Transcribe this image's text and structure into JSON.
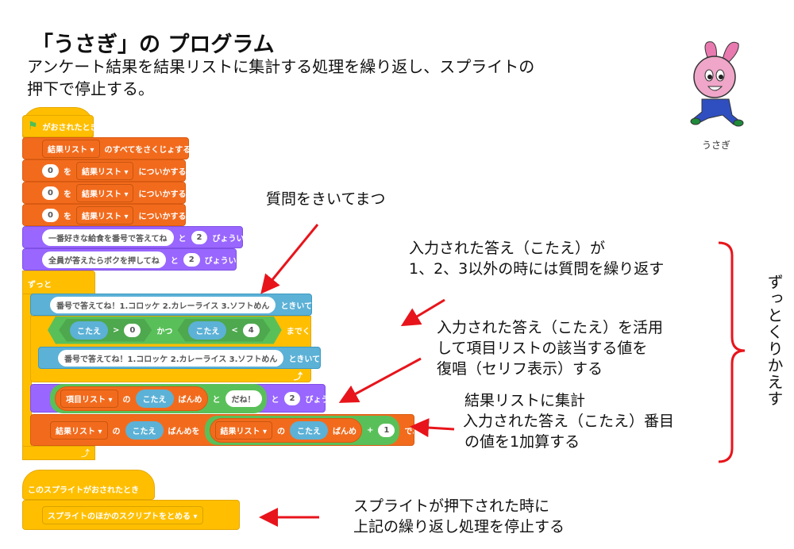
{
  "title": "「うさぎ」の プログラム",
  "subtitle": [
    "アンケート結果を結果リストに集計する処理を繰り返し、スプライトの",
    "押下で停止する。"
  ],
  "character": {
    "name": "うさぎ"
  },
  "script1": {
    "hat": "がおされたとき",
    "delete_all": {
      "list": "結果リスト",
      "text": "のすべてをさくじょする"
    },
    "add": [
      {
        "value": "0",
        "wo": "を",
        "list": "結果リスト",
        "text": "についかする"
      },
      {
        "value": "0",
        "wo": "を",
        "list": "結果リスト",
        "text": "についかする"
      },
      {
        "value": "0",
        "wo": "を",
        "list": "結果リスト",
        "text": "についかする"
      }
    ],
    "say1": {
      "text": "一番好きな給食を番号で答えてね",
      "to": "と",
      "secs": "2",
      "suffix": "びょういう"
    },
    "say2": {
      "text": "全員が答えたらボクを押してね",
      "to": "と",
      "secs": "2",
      "suffix": "びょういう"
    },
    "forever": "ずっと",
    "ask": {
      "question": "番号で答えてね！1.コロッケ 2.カレーライス  3.ソフトめん",
      "suffix": "ときいてまつ"
    },
    "repeat_until": {
      "answer": "こたえ",
      "gt": ">",
      "v1": "0",
      "and": "かつ",
      "lt": "<",
      "v2": "4",
      "suffix": "までくりかえす"
    },
    "ask_inner": {
      "question": "番号で答えてね！1.コロッケ 2.カレーライス  3.ソフトめん",
      "suffix": "ときいてまつ"
    },
    "say3": {
      "list": "項目リスト",
      "no": "の",
      "answer": "こたえ",
      "banme": "ばんめ",
      "to": "と",
      "text": "だね！",
      "to2": "と",
      "secs": "2",
      "suffix": "びょういう"
    },
    "replace": {
      "list": "結果リスト",
      "no": "の",
      "answer": "こたえ",
      "banmewo": "ばんめを",
      "list2": "結果リスト",
      "no2": "の",
      "answer2": "こたえ",
      "banme2": "ばんめ",
      "plus": "+",
      "one": "1",
      "suffix": "でおきかえ"
    }
  },
  "script2": {
    "hat": "このスプライトがおされたとき",
    "stop": "スプライトのほかのスクリプトをとめる"
  },
  "notes": {
    "ask": "質問をきいてまつ",
    "repeat": [
      "入力された答え（こたえ）が",
      "1、2、3以外の時には質問を繰り返す"
    ],
    "say": [
      "入力された答え（こたえ）を活用",
      "して項目リストの該当する値を",
      "復唱（セリフ表示）する"
    ],
    "tally": [
      "結果リストに集計",
      "入力された答え（こたえ）番目",
      "の値を1加算する"
    ],
    "forever": "ずっとくりかえす",
    "stop": [
      "スプライトが押下された時に",
      "上記の繰り返し処理を停止する"
    ]
  },
  "colors": {
    "arrow": "#e8141b",
    "orange": "#f26b1d",
    "purple": "#9966ff",
    "blue": "#5cb1d6",
    "yellow": "#ffbf00",
    "green": "#59c059"
  }
}
